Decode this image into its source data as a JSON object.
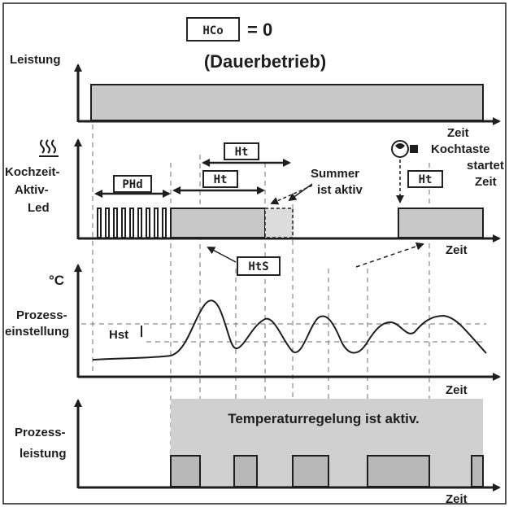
{
  "title": {
    "lcd_code": "HCo",
    "equals_value": "= 0",
    "mode": "(Dauerbetrieb)"
  },
  "panels": {
    "leistung": {
      "ylabel": "Leistung",
      "xlabel": "Zeit"
    },
    "kochzeit": {
      "ylabel_lines": [
        "Kochzeit-",
        "Aktiv-",
        "Led"
      ],
      "xlabel": "Zeit",
      "icon_name": "heat-waves-icon",
      "lcd_codes": {
        "pre_heat": "PHd",
        "cook_time_upper": "Ht",
        "cook_time": "Ht",
        "cook_time_right": "Ht",
        "hold": "HtS"
      },
      "summer_lines": [
        "Summer",
        "ist aktiv"
      ],
      "kochtaste_lines": [
        "Kochtaste",
        "startet",
        "Zeit"
      ],
      "kochtaste_icon_name": "cook-button-icon"
    },
    "temperatur": {
      "ylabel": "°C",
      "setpoint_lines": [
        "Prozess-",
        "einstellung"
      ],
      "hysteresis_label": "Hst",
      "xlabel": "Zeit"
    },
    "prozessleistung": {
      "ylabel_lines": [
        "Prozess-",
        "leistung"
      ],
      "region_label": "Temperaturregelung ist aktiv.",
      "xlabel": "Zeit"
    }
  },
  "colors": {
    "fill_gray": "#c8c8c8",
    "line": "#1e1e1e",
    "dashed": "#8a8a8a"
  }
}
